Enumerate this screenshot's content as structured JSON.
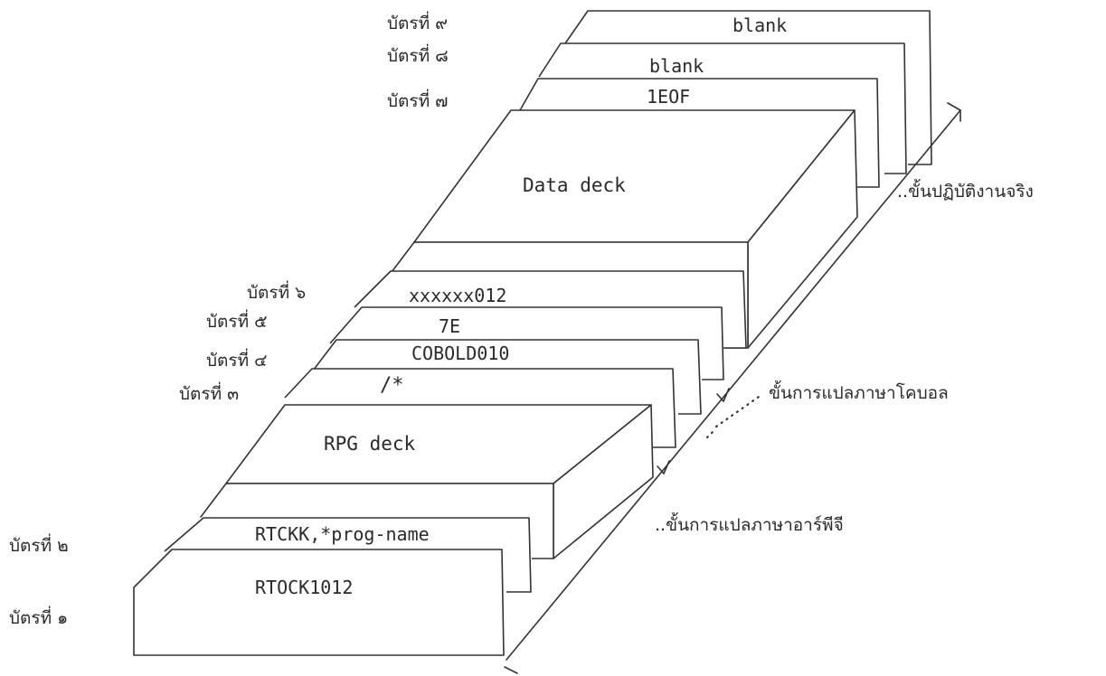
{
  "cards": {
    "card_9_label": "บัตรที่ ๙",
    "card_9_text": "blank",
    "card_8_label": "บัตรที่ ๘",
    "card_8_text": "blank",
    "card_7_label": "บัตรที่ ๗",
    "card_7_text": "1EOF",
    "data_deck": "Data deck",
    "card_6_label": "บัตรที่ ๖",
    "card_6_text": "xxxxxx012",
    "card_5_label": "บัตรที่ ๕",
    "card_5_text": "7E",
    "card_4_label": "บัตรที่ ๔",
    "card_4_text": "COBOLD010",
    "card_3_label": "บัตรที่ ๓",
    "card_3_text": "/*",
    "rpg_deck": "RPG deck",
    "card_2_label": "บัตรที่  ๒",
    "card_2_text": "RTCKK,*prog-name",
    "card_1_label": "บัตรที่  ๑",
    "card_1_text": "RTOCK1012"
  },
  "phases": {
    "execution": "..ขั้นปฏิบัติงานจริง",
    "cobol_translation": "ขั้นการแปลภาษาโคบอล",
    "rpg_translation": "..ขั้นการแปลภาษาอาร์พีจี"
  }
}
